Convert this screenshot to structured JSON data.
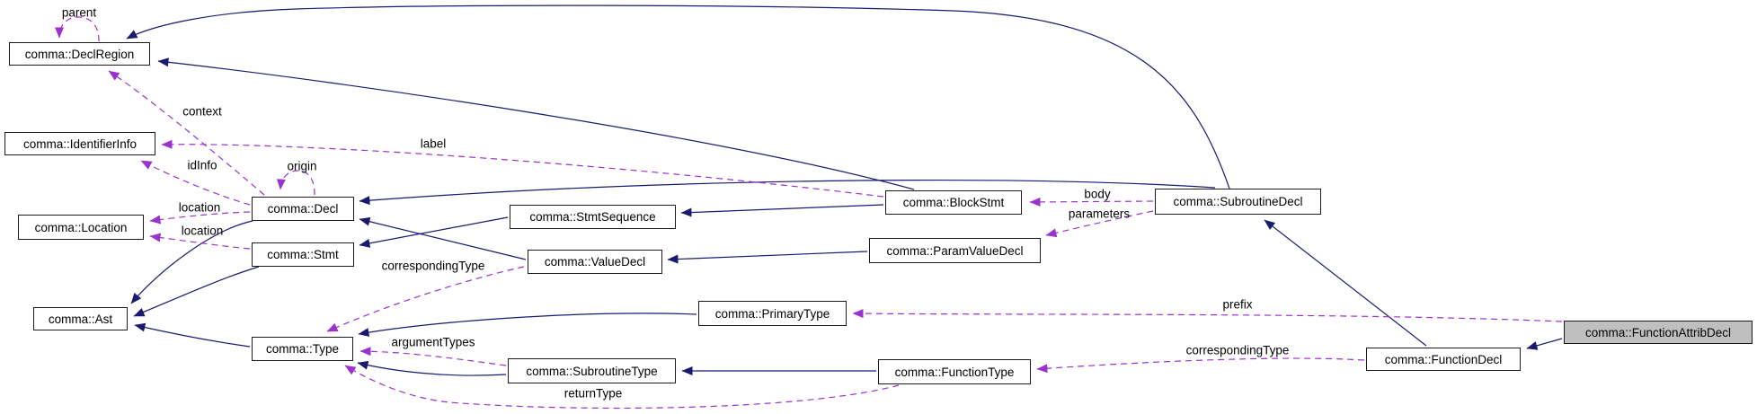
{
  "nodes": {
    "decl_region": {
      "label": "comma::DeclRegion"
    },
    "identifier_info": {
      "label": "comma::IdentifierInfo"
    },
    "location": {
      "label": "comma::Location"
    },
    "ast": {
      "label": "comma::Ast"
    },
    "decl": {
      "label": "comma::Decl"
    },
    "stmt": {
      "label": "comma::Stmt"
    },
    "type": {
      "label": "comma::Type"
    },
    "stmt_sequence": {
      "label": "comma::StmtSequence"
    },
    "value_decl": {
      "label": "comma::ValueDecl"
    },
    "subroutine_type": {
      "label": "comma::SubroutineType"
    },
    "primary_type": {
      "label": "comma::PrimaryType"
    },
    "function_type": {
      "label": "comma::FunctionType"
    },
    "block_stmt": {
      "label": "comma::BlockStmt"
    },
    "param_value_decl": {
      "label": "comma::ParamValueDecl"
    },
    "subroutine_decl": {
      "label": "comma::SubroutineDecl"
    },
    "function_decl": {
      "label": "comma::FunctionDecl"
    },
    "function_attrib_decl": {
      "label": "comma::FunctionAttribDecl",
      "highlighted": true
    }
  },
  "edge_labels": {
    "parent": "parent",
    "context": "context",
    "id_info": "idInfo",
    "origin": "origin",
    "label": "label",
    "location_from_decl": "location",
    "location_from_stmt": "location",
    "corresponding_type_left": "correspondingType",
    "argument_types": "argumentTypes",
    "return_type": "returnType",
    "body": "body",
    "parameters": "parameters",
    "prefix": "prefix",
    "corresponding_type_right": "correspondingType"
  },
  "colors": {
    "inheritance_edge": "#191970",
    "usage_edge": "#9a32cd",
    "node_fill": "#ffffff",
    "node_border": "#1a1a1a",
    "highlighted_node_fill": "#bfbfbf",
    "text": "#000000"
  },
  "edges": [
    {
      "from": "comma::Decl",
      "to": "comma::Ast",
      "kind": "inheritance"
    },
    {
      "from": "comma::Stmt",
      "to": "comma::Ast",
      "kind": "inheritance"
    },
    {
      "from": "comma::Type",
      "to": "comma::Ast",
      "kind": "inheritance"
    },
    {
      "from": "comma::StmtSequence",
      "to": "comma::Stmt",
      "kind": "inheritance"
    },
    {
      "from": "comma::ValueDecl",
      "to": "comma::Decl",
      "kind": "inheritance"
    },
    {
      "from": "comma::SubroutineDecl",
      "to": "comma::Decl",
      "kind": "inheritance"
    },
    {
      "from": "comma::BlockStmt",
      "to": "comma::StmtSequence",
      "kind": "inheritance"
    },
    {
      "from": "comma::ParamValueDecl",
      "to": "comma::ValueDecl",
      "kind": "inheritance"
    },
    {
      "from": "comma::BlockStmt",
      "to": "comma::DeclRegion",
      "kind": "inheritance"
    },
    {
      "from": "comma::SubroutineDecl",
      "to": "comma::DeclRegion",
      "kind": "inheritance"
    },
    {
      "from": "comma::PrimaryType",
      "to": "comma::Type",
      "kind": "inheritance"
    },
    {
      "from": "comma::SubroutineType",
      "to": "comma::Type",
      "kind": "inheritance"
    },
    {
      "from": "comma::FunctionType",
      "to": "comma::SubroutineType",
      "kind": "inheritance"
    },
    {
      "from": "comma::FunctionDecl",
      "to": "comma::SubroutineDecl",
      "kind": "inheritance"
    },
    {
      "from": "comma::FunctionAttribDecl",
      "to": "comma::FunctionDecl",
      "kind": "inheritance"
    },
    {
      "from": "comma::DeclRegion",
      "to": "comma::DeclRegion",
      "kind": "usage",
      "label": "parent"
    },
    {
      "from": "comma::Decl",
      "to": "comma::DeclRegion",
      "kind": "usage",
      "label": "context"
    },
    {
      "from": "comma::Decl",
      "to": "comma::IdentifierInfo",
      "kind": "usage",
      "label": "idInfo"
    },
    {
      "from": "comma::BlockStmt",
      "to": "comma::IdentifierInfo",
      "kind": "usage",
      "label": "label"
    },
    {
      "from": "comma::Decl",
      "to": "comma::Location",
      "kind": "usage",
      "label": "location"
    },
    {
      "from": "comma::Stmt",
      "to": "comma::Location",
      "kind": "usage",
      "label": "location"
    },
    {
      "from": "comma::Decl",
      "to": "comma::Decl",
      "kind": "usage",
      "label": "origin"
    },
    {
      "from": "comma::ValueDecl",
      "to": "comma::Type",
      "kind": "usage",
      "label": "correspondingType"
    },
    {
      "from": "comma::SubroutineDecl",
      "to": "comma::BlockStmt",
      "kind": "usage",
      "label": "body"
    },
    {
      "from": "comma::SubroutineDecl",
      "to": "comma::ParamValueDecl",
      "kind": "usage",
      "label": "parameters"
    },
    {
      "from": "comma::SubroutineType",
      "to": "comma::Type",
      "kind": "usage",
      "label": "argumentTypes"
    },
    {
      "from": "comma::FunctionType",
      "to": "comma::Type",
      "kind": "usage",
      "label": "returnType"
    },
    {
      "from": "comma::FunctionAttribDecl",
      "to": "comma::PrimaryType",
      "kind": "usage",
      "label": "prefix"
    },
    {
      "from": "comma::FunctionDecl",
      "to": "comma::FunctionType",
      "kind": "usage",
      "label": "correspondingType"
    }
  ]
}
